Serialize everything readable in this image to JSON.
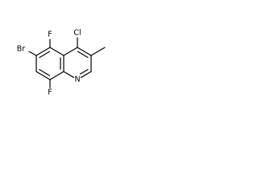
{
  "molecule": {
    "atoms": {
      "chlorine": "Cl",
      "fluorine_top": "F",
      "fluorine_bottom": "F",
      "bromine": "Br",
      "nitrogen": "N"
    },
    "colors": {
      "bond": "#000000",
      "label": "#000000",
      "background": "#ffffff"
    }
  }
}
